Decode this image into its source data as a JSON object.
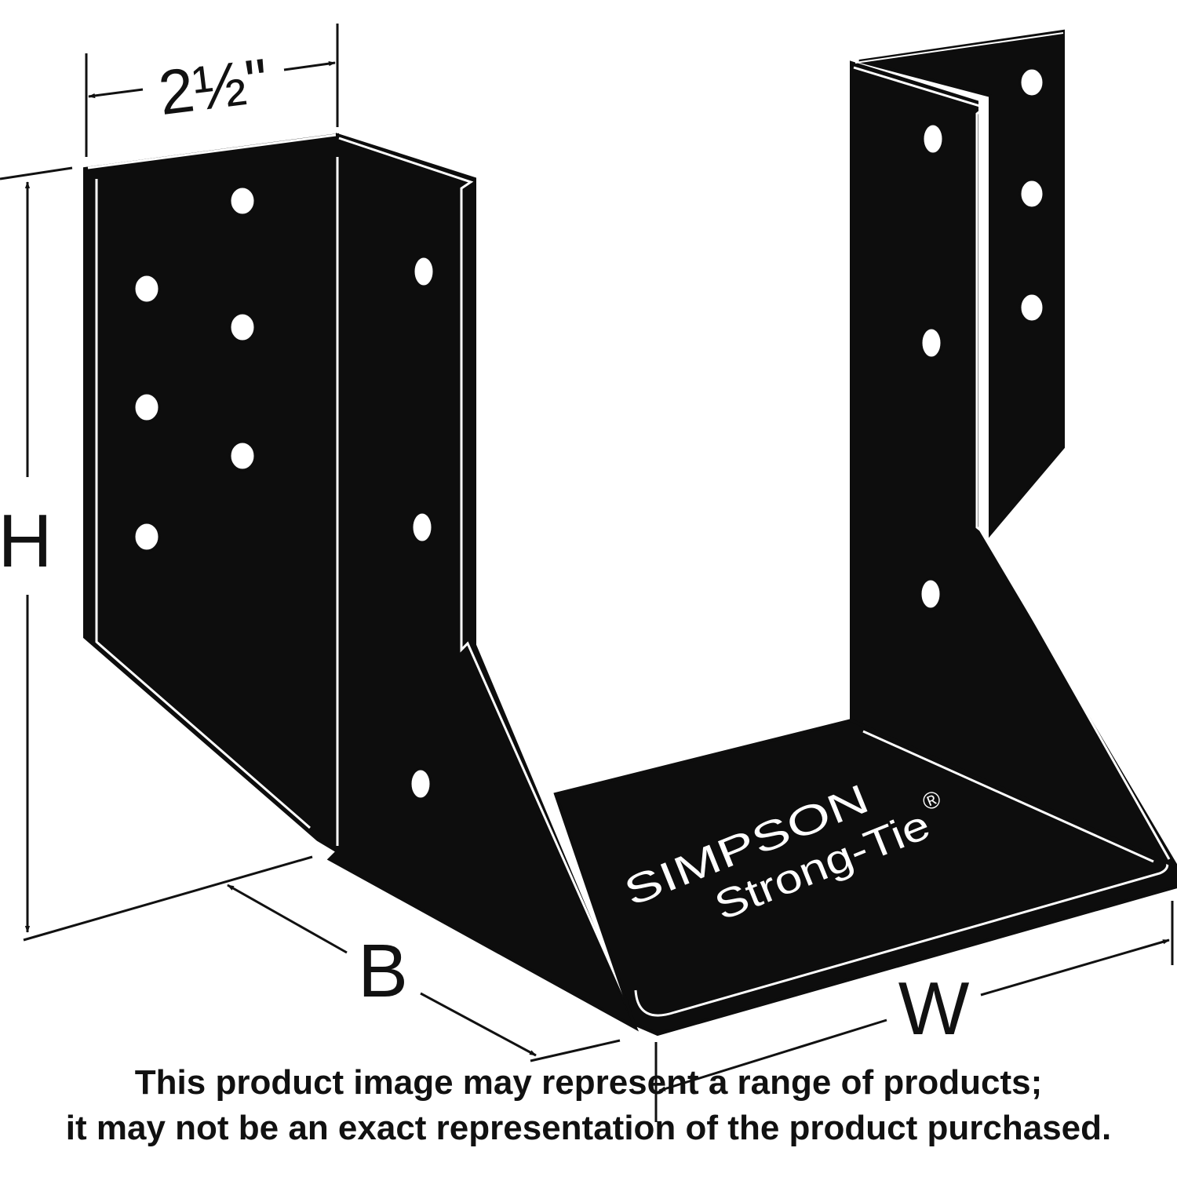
{
  "dimensions": {
    "top_width": "2½\"",
    "height": "H",
    "depth": "B",
    "width": "W"
  },
  "brand": {
    "line1": "SIMPSON",
    "line2": "Strong-Tie",
    "registered": "®"
  },
  "disclaimer": {
    "line1": "This product image may represent a range of products;",
    "line2": "it may not be an exact representation of the product purchased."
  },
  "colors": {
    "metal": "#0d0d0d",
    "edge": "#ffffff",
    "ink": "#111111"
  },
  "icons": {
    "hole": "nail-hole-icon",
    "arrow": "arrowhead-icon"
  }
}
